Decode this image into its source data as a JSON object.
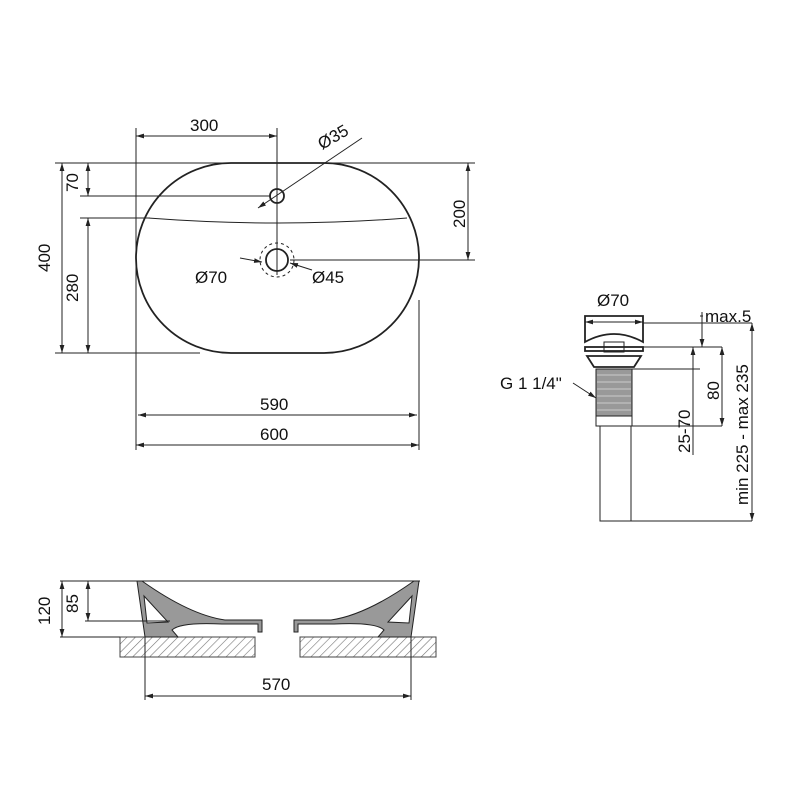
{
  "top_view": {
    "d_300": "300",
    "d_35": "Ø35",
    "d_70": "70",
    "d_400": "400",
    "d_280": "280",
    "d_200": "200",
    "d_o70": "Ø70",
    "d_o45": "Ø45",
    "d_590": "590",
    "d_600": "600"
  },
  "drain_view": {
    "d_o70": "Ø70",
    "d_max5": "max.5",
    "thread": "G 1 1/4\"",
    "d_80": "80",
    "d_25_70": "25-70",
    "d_total": "min 225 - max 235"
  },
  "side_view": {
    "d_120": "120",
    "d_85": "85",
    "d_570": "570"
  },
  "colors": {
    "line": "#222222",
    "fill": "#888888",
    "background": "#ffffff"
  }
}
